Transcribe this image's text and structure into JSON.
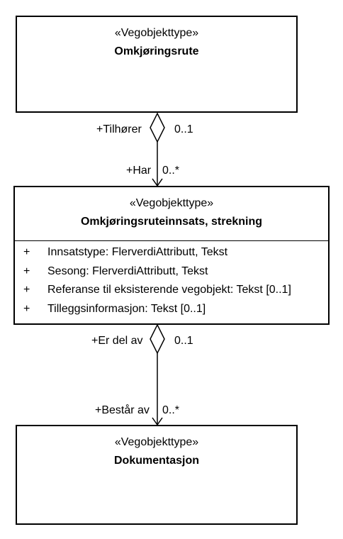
{
  "classes": [
    {
      "stereotype": "«Vegobjekttype»",
      "name": "Omkjøringsrute",
      "attributes": []
    },
    {
      "stereotype": "«Vegobjekttype»",
      "name": "Omkjøringsruteinnsats, strekning",
      "attributes": [
        {
          "visibility": "+",
          "text": "Innsatstype: FlerverdiAttributt, Tekst"
        },
        {
          "visibility": "+",
          "text": "Sesong: FlerverdiAttributt, Tekst"
        },
        {
          "visibility": "+",
          "text": "Referanse til eksisterende vegobjekt: Tekst [0..1]"
        },
        {
          "visibility": "+",
          "text": "Tilleggsinformasjon: Tekst [0..1]"
        }
      ]
    },
    {
      "stereotype": "«Vegobjekttype»",
      "name": "Dokumentasjon",
      "attributes": []
    }
  ],
  "associations": [
    {
      "whole_role": "+Tilhører",
      "whole_multiplicity": "0..1",
      "part_role": "+Har",
      "part_multiplicity": "0..*"
    },
    {
      "whole_role": "+Er del av",
      "whole_multiplicity": "0..1",
      "part_role": "+Består av",
      "part_multiplicity": "0..*"
    }
  ]
}
